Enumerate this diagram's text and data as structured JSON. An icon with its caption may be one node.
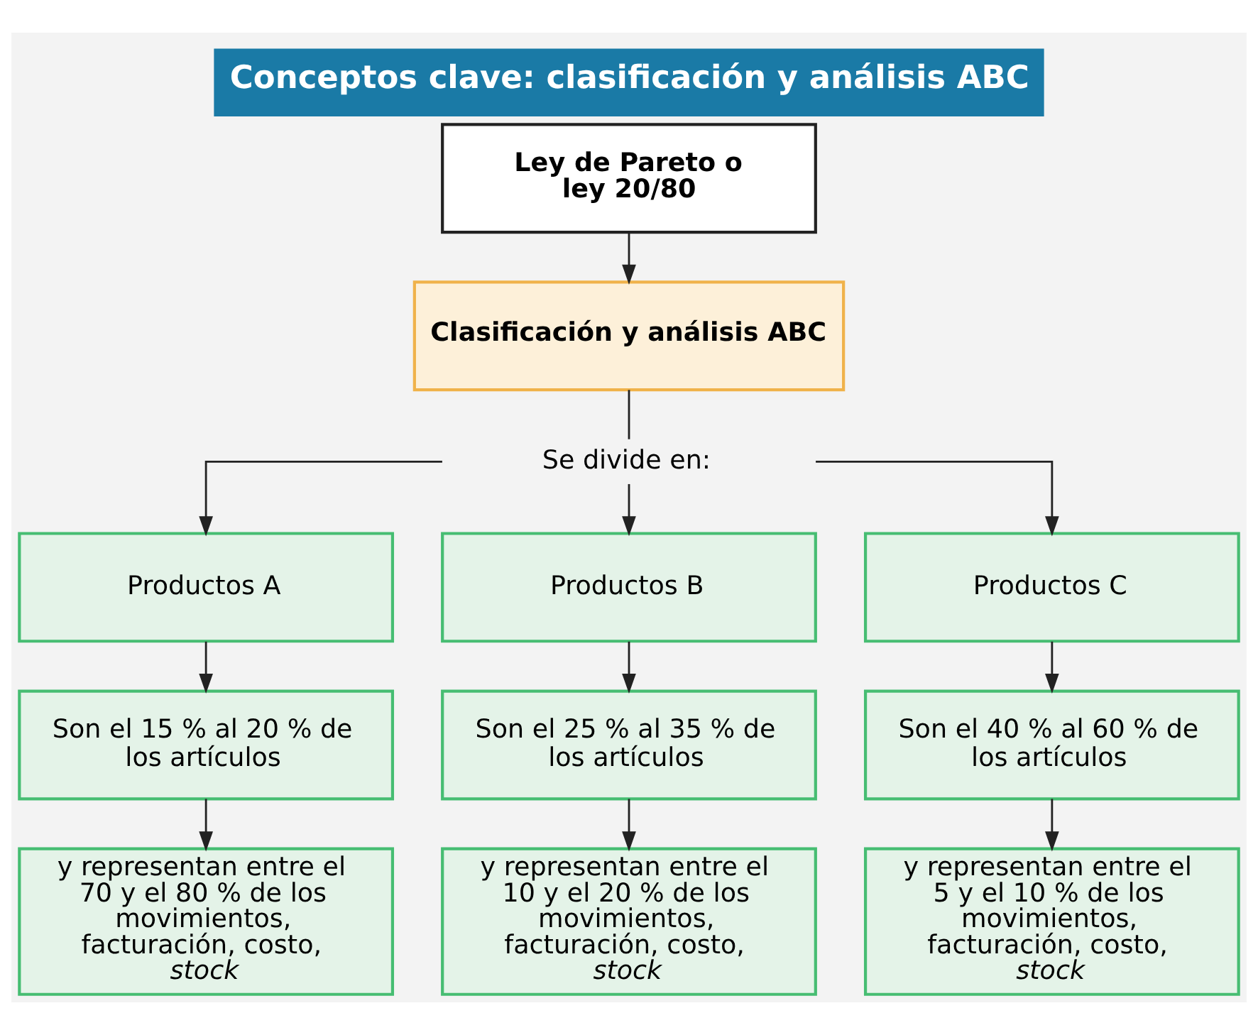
{
  "diagram": {
    "title": "Conceptos clave: clasificación y análisis ABC",
    "nodes": [
      {
        "text": [
          "Ley de Pareto o ley 20/80"
        ]
      },
      {
        "text": [
          "Clasificación y análisis ABC"
        ]
      },
      {
        "text": [
          "Se divide en:"
        ]
      },
      {
        "text": [
          "Productos A"
        ]
      },
      {
        "text": [
          "Productos B"
        ]
      },
      {
        "text": [
          "Productos C"
        ]
      },
      {
        "text": [
          "Son el 15 % al 20 % de los artículos"
        ]
      },
      {
        "text": [
          "Son el 25 % al 35 % de los artículos"
        ]
      },
      {
        "text": [
          "Son el 40 % al 60 % de los artículos"
        ]
      },
      {
        "text": [
          "y representan entre el 70 y el 80 % de los movimientos, facturación, costo, *stock*"
        ]
      },
      {
        "text": [
          "y representan entre el 10 y el 20 % de los movimientos, facturación, costo, *stock*"
        ]
      },
      {
        "text": [
          "y representan entre el 5 y el 10 % de los movimientos, facturación, costo, *stock*"
        ]
      }
    ],
    "edges": [
      {
        "from": 0,
        "to": 1,
        "arrow": "to"
      },
      {
        "from": 1,
        "to": 2,
        "arrow": "none"
      },
      {
        "from": 2,
        "to": 3,
        "arrow": "to"
      },
      {
        "from": 2,
        "to": 4,
        "arrow": "to"
      },
      {
        "from": 2,
        "to": 5,
        "arrow": "to"
      },
      {
        "from": 3,
        "to": 6,
        "arrow": "to"
      },
      {
        "from": 4,
        "to": 7,
        "arrow": "to"
      },
      {
        "from": 5,
        "to": 8,
        "arrow": "to"
      },
      {
        "from": 6,
        "to": 9,
        "arrow": "to"
      },
      {
        "from": 7,
        "to": 10,
        "arrow": "to"
      },
      {
        "from": 8,
        "to": 11,
        "arrow": "to"
      }
    ]
  }
}
